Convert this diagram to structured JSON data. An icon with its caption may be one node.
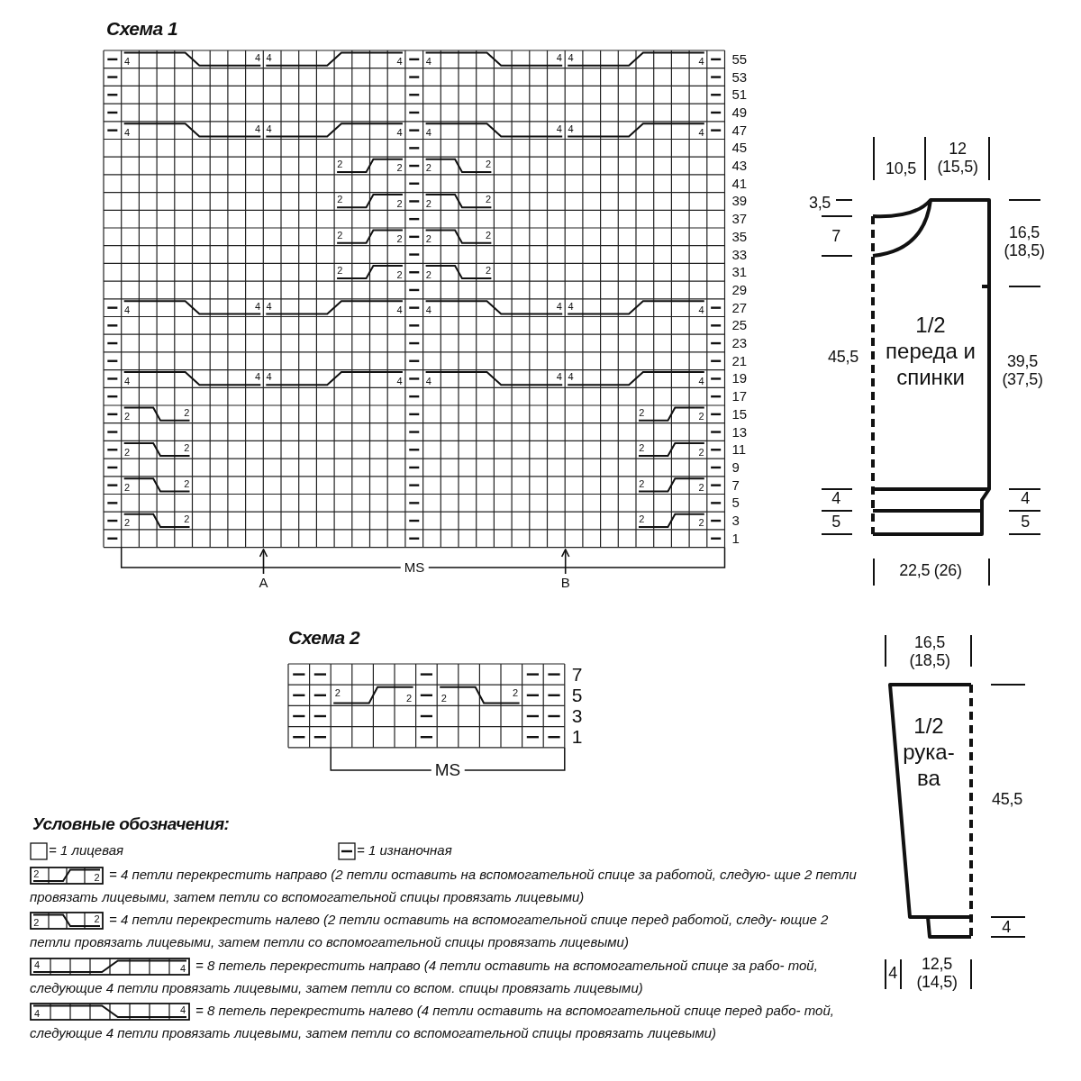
{
  "diagram": {
    "nodes": [
      {
        "text": [
          "1/2 переда и спинки"
        ]
      },
      {
        "text": [
          "1/2 рука- ва"
        ]
      }
    ],
    "labels": [
      "Схема 1",
      "4",
      "4",
      "4",
      "4",
      "4",
      "4",
      "4",
      "4",
      "55",
      "53",
      "51",
      "49",
      "4",
      "4",
      "4",
      "4",
      "4",
      "4",
      "4",
      "4",
      "47",
      "45",
      "2",
      "2",
      "2",
      "2",
      "43",
      "41",
      "2",
      "2",
      "2",
      "2",
      "39",
      "37",
      "2",
      "2",
      "2",
      "2",
      "35",
      "33",
      "2",
      "2",
      "2",
      "2",
      "31",
      "29",
      "4",
      "4",
      "4",
      "4",
      "4",
      "4",
      "4",
      "4",
      "27",
      "25",
      "23",
      "21",
      "4",
      "4",
      "4",
      "4",
      "4",
      "4",
      "4",
      "4",
      "19",
      "17",
      "2",
      "2",
      "2",
      "2",
      "15",
      "13",
      "2",
      "2",
      "2",
      "2",
      "11",
      "9",
      "2",
      "2",
      "2",
      "2",
      "7",
      "5",
      "2",
      "2",
      "2",
      "2",
      "3",
      "1",
      "MS",
      "A",
      "B",
      "Схема 2",
      "7",
      "2",
      "2",
      "2",
      "2",
      "5",
      "3",
      "1",
      "MS",
      "10,5",
      "12 (15,5)",
      "3,5",
      "7",
      "16,5 (18,5)",
      "45,5",
      "39,5 (37,5)",
      "4",
      "4",
      "5",
      "5",
      "22,5 (26)",
      "16,5 (18,5)",
      "45,5",
      "4",
      "4",
      "12,5 (14,5)",
      "Условные обозначения:",
      "2",
      "2",
      "2",
      "2",
      "4",
      "4",
      "4",
      "4"
    ],
    "legend": [
      {
        "text": "= 1 лицевая"
      },
      {
        "text": "= 1 изнаночная"
      },
      {
        "text": "= 4 петли перекрестить направо (2 петли оставить на вспомогательной спице за работой, следую- щие 2 петли провязать лицевыми, затем петли со вспомогательной спицы провязать лицевыми)"
      },
      {
        "text": "= 4 петли перекрестить налево (2 петли оставить на вспомогательной спице перед работой, следу- ющие 2 петли провязать лицевыми, затем петли со вспомогательной спицы провязать лицевыми)"
      },
      {
        "text": "= 8 петель перекрестить направо (4 петли оставить на вспомогательной спице за рабо- той, следующие 4 петли провязать лицевыми, затем петли со вспом. спицы провязать лицевыми)"
      },
      {
        "text": "= 8 петель перекрестить налево (4 петли оставить на вспомогательной спице перед рабо- той, следующие 4 петли провязать лицевыми, затем петли со вспомогательной спицы провязать лицевыми)"
      }
    ]
  }
}
